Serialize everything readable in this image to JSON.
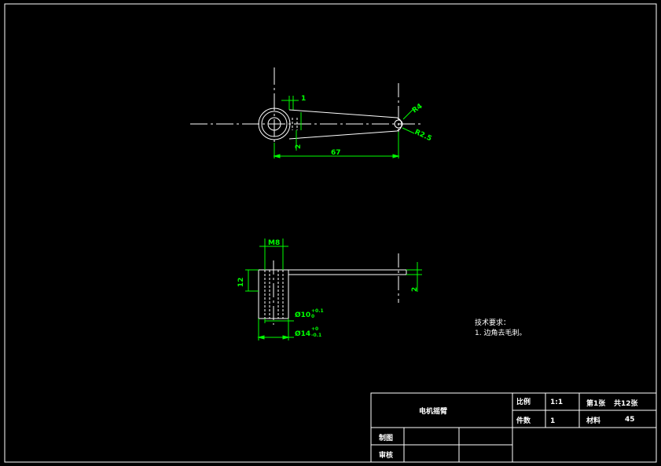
{
  "dimensions": {
    "top_view": {
      "width_1": "1",
      "radius_r4": "R4",
      "radius_r2_5": "R2.5",
      "thickness_2": "2",
      "length_67": "67"
    },
    "side_view": {
      "thread_m8": "M8",
      "height_12": "12",
      "thickness_2": "2",
      "bore_d10": "Ø10",
      "bore_d10_tol": "+0.1",
      "bore_d10_low": "0",
      "outer_d14": "Ø14",
      "outer_d14_tol_up": "+0",
      "outer_d14_tol_low": "-0.1"
    }
  },
  "notes": {
    "heading": "技术要求：",
    "item_1": "1. 边角去毛刺。"
  },
  "title_block": {
    "part_name": "电机摇臂",
    "scale_label": "比例",
    "scale_value": "1:1",
    "sheet_no": "第1张",
    "sheet_total": "共12张",
    "count_label": "件数",
    "count_value": "1",
    "material_label": "材料",
    "material_value": "45",
    "drawn_label": "制图",
    "check_label": "审核"
  },
  "colors": {
    "background": "#000000",
    "geometry": "#ffffff",
    "dimension": "#00ff00"
  }
}
